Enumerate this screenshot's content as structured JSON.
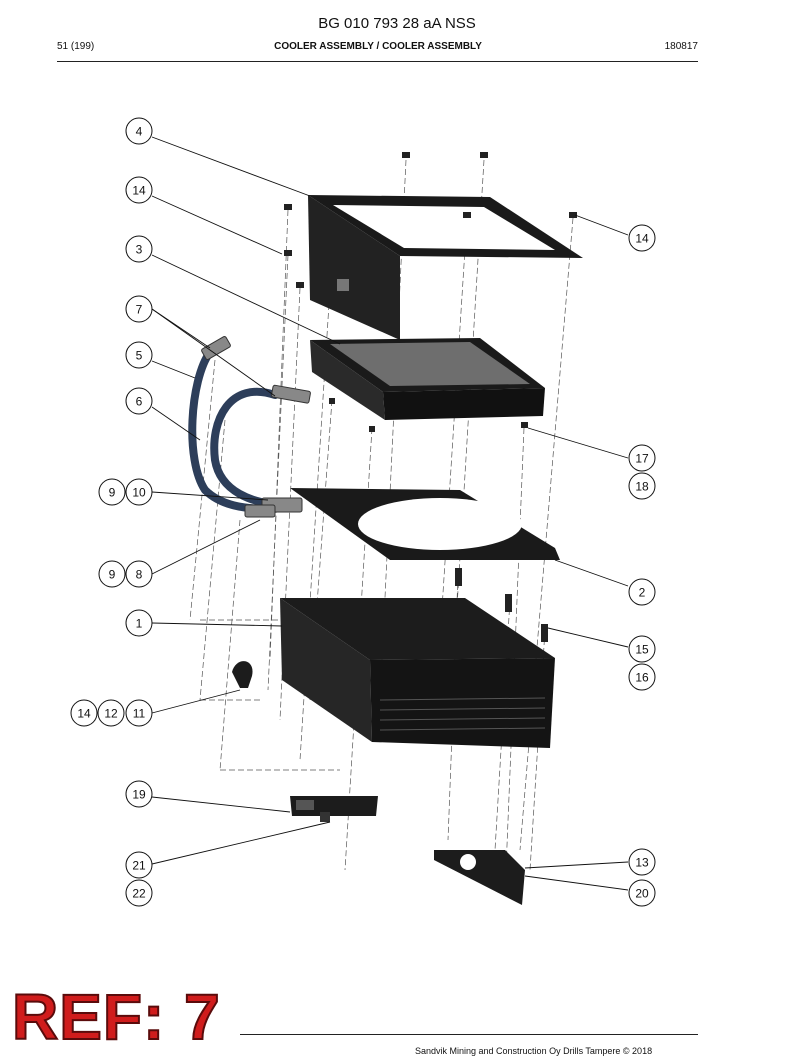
{
  "header": {
    "doc_number": "BG 010 793 28 aA NSS",
    "page": "51 (199)",
    "section_title": "COOLER ASSEMBLY / COOLER ASSEMBLY",
    "date": "180817"
  },
  "callouts": [
    "4",
    "14",
    "14",
    "3",
    "7",
    "5",
    "6",
    "17",
    "18",
    "9",
    "10",
    "9",
    "8",
    "2",
    "1",
    "15",
    "16",
    "14",
    "12",
    "11",
    "19",
    "13",
    "20",
    "21",
    "22"
  ],
  "ref_stamp": "REF: 7",
  "footer_text": "Sandvik Mining and Construction Oy Drills Tampere © 2018",
  "colors": {
    "ink": "#111111",
    "ref_red": "#d01c1c",
    "hose_blue": "#2d3e5a"
  }
}
